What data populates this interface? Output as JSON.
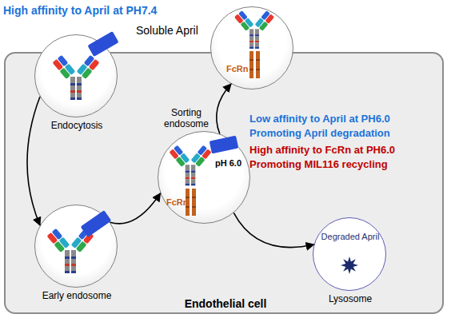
{
  "diagram": {
    "nodes": [
      {
        "text": [
          "Endothelial cell"
        ]
      },
      {
        "text": [
          "Endocytosis"
        ],
        "in": 0
      },
      {
        "text": [
          "FcRn"
        ],
        "in": 0
      },
      {
        "text": [
          "Sorting endosome",
          "pH 6.0",
          "FcRn"
        ],
        "in": 0
      },
      {
        "text": [
          "Early endosome"
        ],
        "in": 0
      },
      {
        "text": [
          "Lysosome",
          "Degraded April"
        ],
        "in": 0
      }
    ],
    "edges": [
      {
        "from": 1,
        "to": 4,
        "arrow": "to"
      },
      {
        "from": 4,
        "to": 3,
        "arrow": "to"
      },
      {
        "from": 3,
        "to": 2,
        "arrow": "to"
      },
      {
        "from": 3,
        "to": 5,
        "arrow": "to"
      }
    ],
    "labels": [
      "High affinity to April at PH7.4",
      "Soluble April",
      "Low affinity to April at PH6.0",
      "Promoting April degradation",
      "High affinity to FcRn at PH6.0",
      "Promoting MIL116 recycling"
    ]
  }
}
